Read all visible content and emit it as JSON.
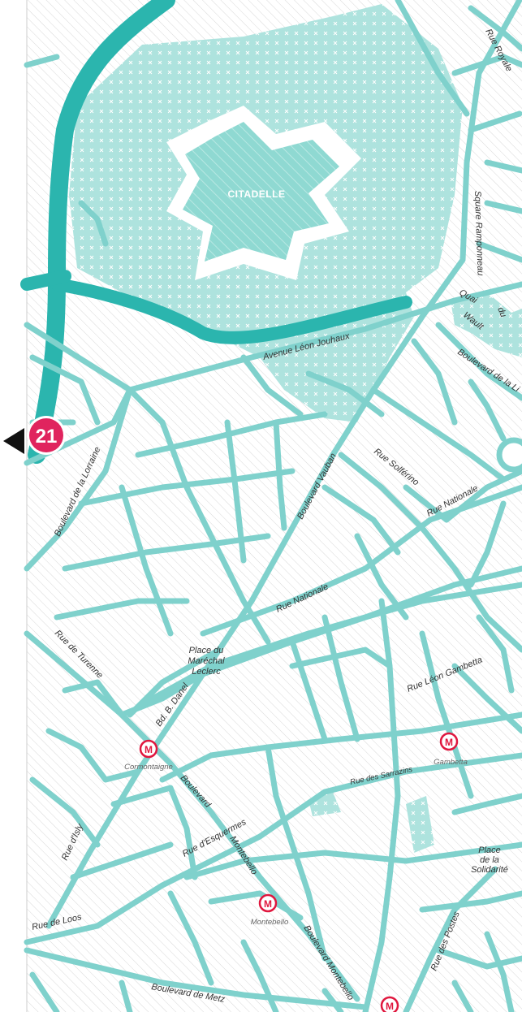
{
  "colors": {
    "street": "#7fd1cc",
    "canal": "#2bb5ae",
    "park": "#aee3de",
    "fortress": "#8fd9d2",
    "hatch": "#d6d6d6",
    "metro": "#e0173e",
    "badge": "#e0245e",
    "text": "#333333"
  },
  "badge": {
    "number": "21"
  },
  "landmarks": {
    "citadelle": "CITADELLE"
  },
  "streets": {
    "rue_royale": "Rue Royale",
    "square_ramponneau": "Square Ramponneau",
    "quai_du_wault_1": "Quai",
    "quai_du_wault_2": "du",
    "quai_du_wault_3": "Wault",
    "avenue_leon_jouhaux": "Avenue Léon Jouhaux",
    "boulevard_de_la_liberte": "Boulevard de la Li",
    "boulevard_de_la_lorraine": "Boulevard de la Lorraine",
    "boulevard_vauban": "Boulevard Vauban",
    "rue_solferino": "Rue Solférino",
    "rue_nationale_1": "Rue Nationale",
    "rue_nationale_2": "Rue Nationale",
    "rue_de_turenne": "Rue de Turenne",
    "place_marechal_leclerc_1": "Place du",
    "place_marechal_leclerc_2": "Maréchal",
    "place_marechal_leclerc_3": "Leclerc",
    "rue_leon_gambetta": "Rue Léon Gambetta",
    "bd_b_danel": "Bd. B. Danel",
    "boulevard": "Boulevard",
    "rue_des_sarrazins": "Rue des Sarrazins",
    "rue_d_isly": "Rue d'Isly",
    "rue_d_esquermes": "Rue d'Esquermes",
    "montebello": "Montebello",
    "place_solidarite_1": "Place",
    "place_solidarite_2": "de la",
    "place_solidarite_3": "Solidarité",
    "rue_de_loos": "Rue de Loos",
    "boulevard_montebello": "Boulevard Montebello",
    "rue_des_postes": "Rue des Postes",
    "boulevard_de_metz": "Boulevard de Metz"
  },
  "metro": {
    "symbol": "M",
    "stations": {
      "cormontaigne": "Cormontaigne",
      "gambetta": "Gambetta",
      "montebello": "Montebello"
    }
  }
}
